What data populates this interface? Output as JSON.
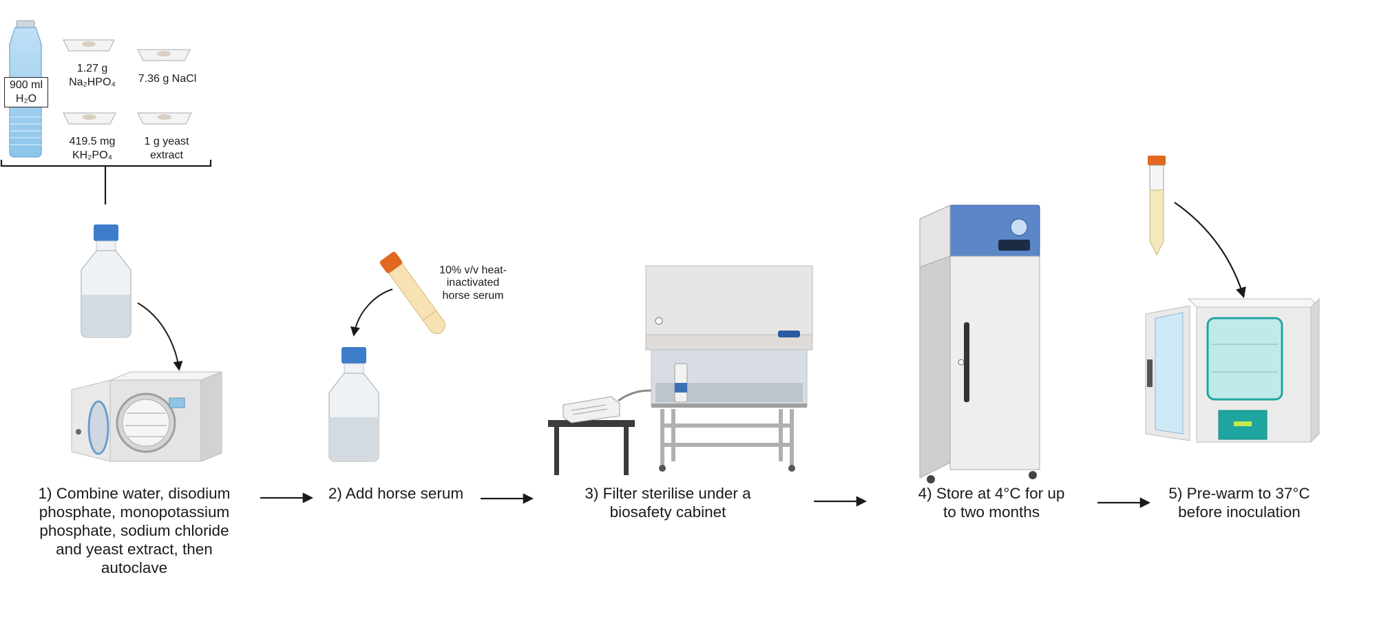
{
  "ingredients": {
    "water": {
      "amount": "900 ml",
      "name": "H₂O"
    },
    "na2hpo4": {
      "amount": "1.27 g",
      "name": "Na₂HPO₄"
    },
    "nacl": {
      "text": "7.36 g NaCl"
    },
    "kh2po4": {
      "amount": "419.5 mg",
      "name": "KH₂PO₄"
    },
    "yeast": {
      "line1": "1 g yeast",
      "line2": "extract"
    }
  },
  "serum_note": {
    "line1": "10% v/v heat-",
    "line2": "inactivated",
    "line3": "horse serum"
  },
  "steps": [
    {
      "lines": [
        "1) Combine water, disodium",
        "phosphate, monopotassium",
        "phosphate, sodium chloride",
        "and yeast extract, then",
        "autoclave"
      ]
    },
    {
      "lines": [
        "2) Add horse serum"
      ]
    },
    {
      "lines": [
        "3) Filter sterilise under a",
        "biosafety cabinet"
      ]
    },
    {
      "lines": [
        "4) Store at 4°C for up",
        "to two months"
      ]
    },
    {
      "lines": [
        "5) Pre-warm to 37°C",
        "before inoculation"
      ]
    }
  ],
  "colors": {
    "arrow": "#1a1a1a",
    "cap_blue": "#3d7cc9",
    "cap_orange": "#e2681f",
    "fridge_blue": "#5b86c8",
    "incubator_teal": "#1fa5a0",
    "glass": "#e9eef2",
    "appliance": "#e6e6e6"
  }
}
